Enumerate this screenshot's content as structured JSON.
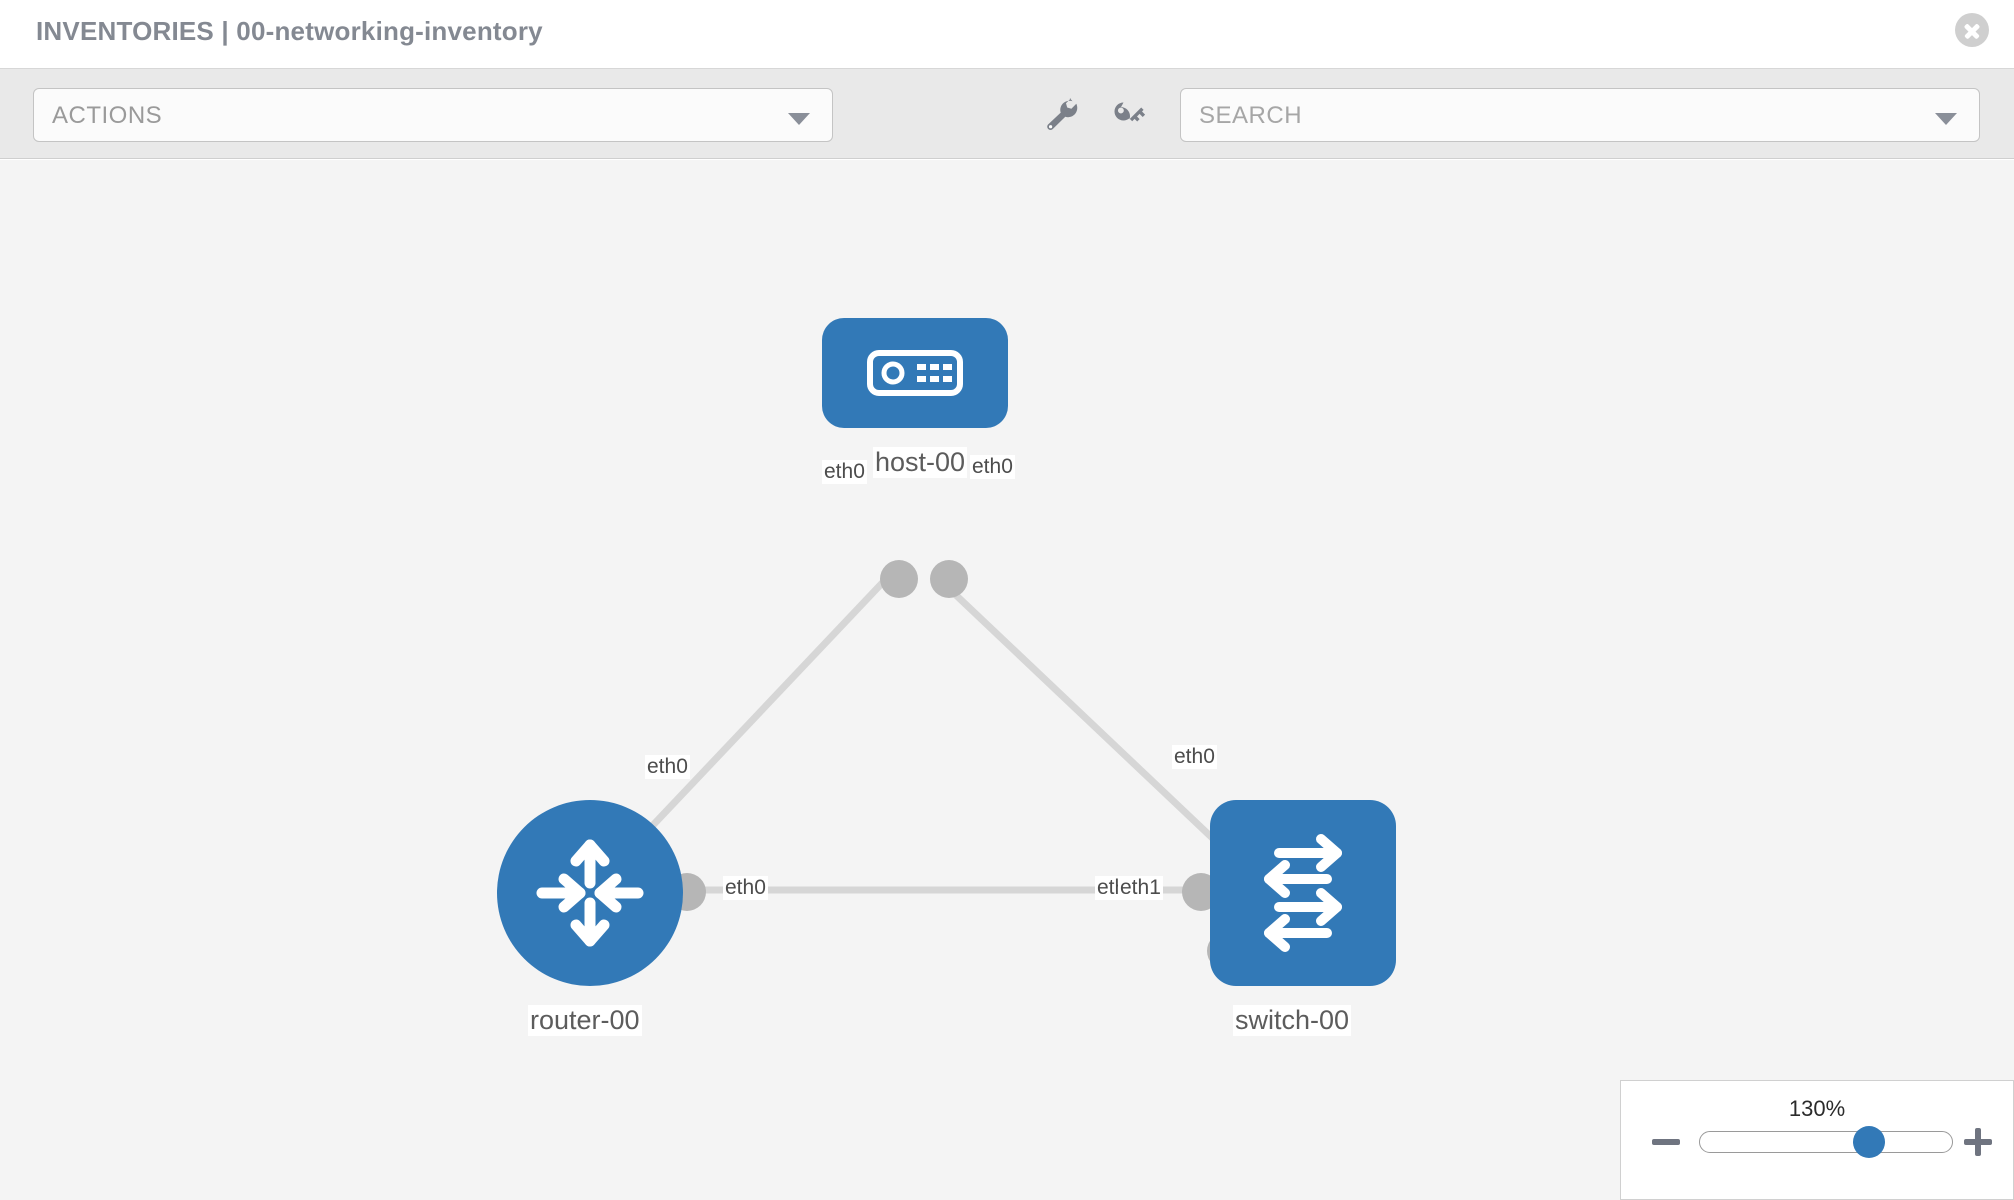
{
  "header": {
    "title": "INVENTORIES | 00-networking-inventory",
    "close_icon": "close-circle-icon"
  },
  "toolbar": {
    "actions_label": "ACTIONS",
    "actions_caret_icon": "chevron-down-icon",
    "wrench_icon": "wrench-icon",
    "key_icon": "key-icon",
    "search_placeholder": "SEARCH",
    "search_value": "",
    "search_caret_icon": "chevron-down-icon"
  },
  "topology": {
    "nodes": [
      {
        "id": "host-00",
        "label": "host-00",
        "type": "host",
        "icon": "server-icon"
      },
      {
        "id": "router-00",
        "label": "router-00",
        "type": "router",
        "icon": "router-arrows-icon"
      },
      {
        "id": "switch-00",
        "label": "switch-00",
        "type": "switch",
        "icon": "switch-arrows-icon"
      }
    ],
    "links": [
      {
        "from": "host-00",
        "to": "router-00",
        "from_iface": "eth0",
        "to_iface": "eth0"
      },
      {
        "from": "host-00",
        "to": "switch-00",
        "from_iface": "eth0",
        "to_iface": "eth0"
      },
      {
        "from": "router-00",
        "to": "switch-00",
        "from_iface": "eth0",
        "to_iface": "eth1"
      }
    ],
    "iface_labels": {
      "host_left": "eth0",
      "host_right": "eth0",
      "router_up": "eth0",
      "switch_up": "eth0",
      "router_right": "eth0",
      "switch_left_hidden": "eth",
      "switch_left": "eth1"
    }
  },
  "zoom_control": {
    "percent_label": "130%",
    "value": 130,
    "minus_icon": "minus-icon",
    "plus_icon": "plus-icon",
    "handle_position_pct": 67
  },
  "colors": {
    "node_blue": "#3279b7",
    "canvas_bg": "#f4f4f4",
    "toolbar_bg": "#e9e9e9",
    "link_gray": "#d6d6d6",
    "handle_gray": "#b6b6b6",
    "title_gray": "#848992"
  }
}
